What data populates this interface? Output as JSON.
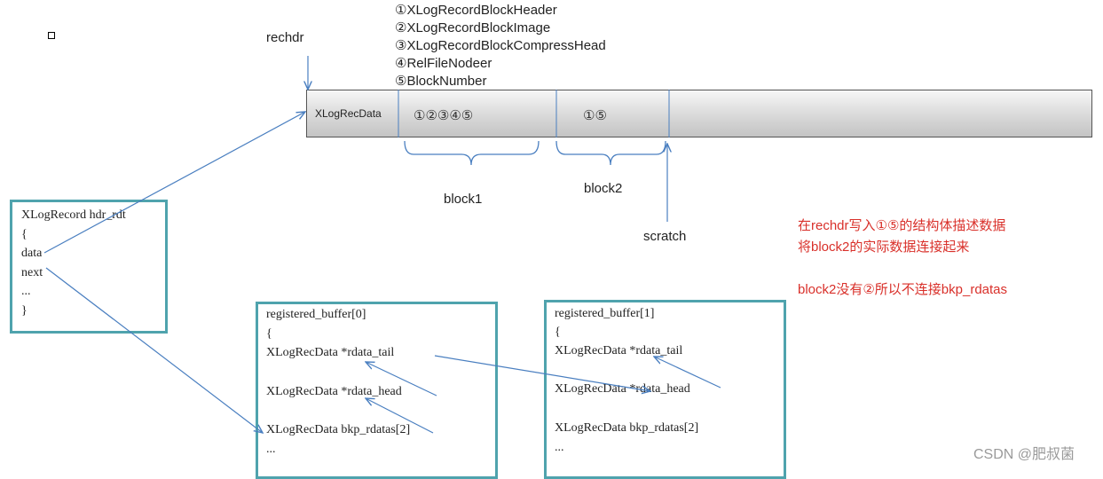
{
  "rechdr_label": "rechdr",
  "legend": [
    "①XLogRecordBlockHeader",
    "②XLogRecordBlockImage",
    "③XLogRecordBlockCompressHead",
    "④RelFileNodeer",
    "⑤BlockNumber"
  ],
  "bar": {
    "label": "XLogRecData",
    "seg1": "①②③④⑤",
    "seg2": "①⑤"
  },
  "block1_label": "block1",
  "block2_label": "block2",
  "scratch_label": "scratch",
  "record_box": {
    "lines": [
      "XLogRecord hdr_rdt",
      "{",
      "data",
      "next",
      "...",
      "}"
    ]
  },
  "registered_buffer_0": {
    "lines": [
      "registered_buffer[0]",
      "{",
      "XLogRecData *rdata_tail",
      "XLogRecData *rdata_head",
      "XLogRecData bkp_rdatas[2]",
      "..."
    ]
  },
  "registered_buffer_1": {
    "lines": [
      "registered_buffer[1]",
      "{",
      "XLogRecData *rdata_tail",
      "XLogRecData *rdata_head",
      "XLogRecData bkp_rdatas[2]",
      "..."
    ]
  },
  "notes": [
    "在rechdr写入①⑤的结构体描述数据",
    "将block2的实际数据连接起来",
    "block2没有②所以不连接bkp_rdatas"
  ],
  "watermark": "CSDN @肥叔菌",
  "colors": {
    "box_border": "#4fa3ad",
    "arrow": "#4a7fc0",
    "note": "#d9302a"
  }
}
